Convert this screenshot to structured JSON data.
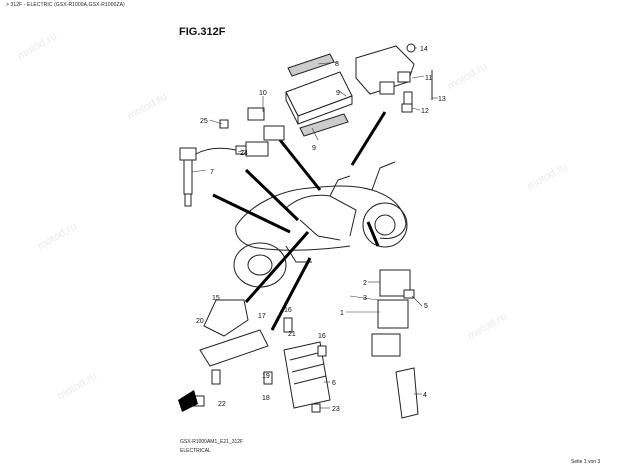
{
  "header": "> 312F - ELECTRIC (GSX-R1000A,GSX-R1000ZA)",
  "figure_label": "FIG.312F",
  "footer_model": "GSX-R1000AM1_E21_312F",
  "footer_group": "ELECTRICAL",
  "page_indicator": "Seite 1 von 3",
  "watermark_text": "motod.ru",
  "callouts": [
    {
      "id": "c1",
      "text": "1"
    },
    {
      "id": "c2",
      "text": "2"
    },
    {
      "id": "c3",
      "text": "3"
    },
    {
      "id": "c4",
      "text": "4"
    },
    {
      "id": "c5",
      "text": "5"
    },
    {
      "id": "c6",
      "text": "6"
    },
    {
      "id": "c7",
      "text": "7"
    },
    {
      "id": "c8",
      "text": "8"
    },
    {
      "id": "c9a",
      "text": "9"
    },
    {
      "id": "c9b",
      "text": "9"
    },
    {
      "id": "c10",
      "text": "10"
    },
    {
      "id": "c11",
      "text": "11"
    },
    {
      "id": "c12",
      "text": "12"
    },
    {
      "id": "c13",
      "text": "13"
    },
    {
      "id": "c14",
      "text": "14"
    },
    {
      "id": "c15",
      "text": "15"
    },
    {
      "id": "c16a",
      "text": "16"
    },
    {
      "id": "c16b",
      "text": "16"
    },
    {
      "id": "c17",
      "text": "17"
    },
    {
      "id": "c18",
      "text": "18"
    },
    {
      "id": "c19",
      "text": "19"
    },
    {
      "id": "c20",
      "text": "20"
    },
    {
      "id": "c21",
      "text": "21"
    },
    {
      "id": "c22",
      "text": "22"
    },
    {
      "id": "c23",
      "text": "23"
    },
    {
      "id": "c24",
      "text": "24"
    },
    {
      "id": "c25",
      "text": "25"
    }
  ]
}
